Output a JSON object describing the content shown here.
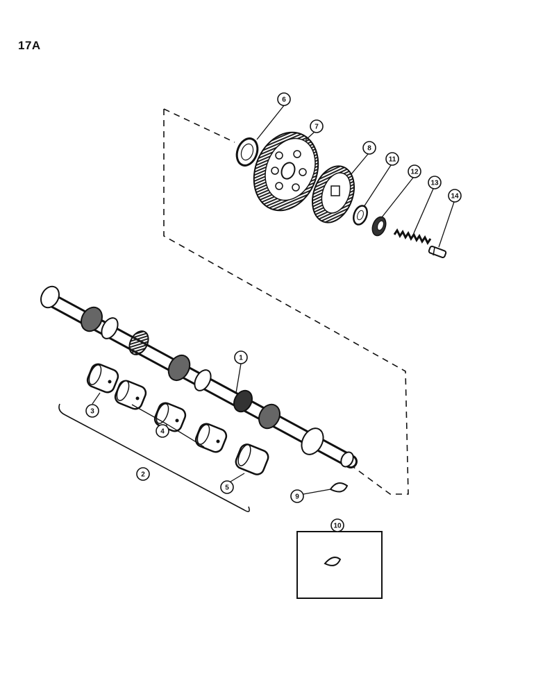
{
  "page": {
    "title": "17A"
  },
  "callouts": [
    {
      "label": "1",
      "part": "camshaft"
    },
    {
      "label": "2",
      "part": "bearing-set"
    },
    {
      "label": "3",
      "part": "bearing"
    },
    {
      "label": "4",
      "part": "bearing"
    },
    {
      "label": "5",
      "part": "bearing"
    },
    {
      "label": "6",
      "part": "thrust-washer"
    },
    {
      "label": "7",
      "part": "camshaft-gear"
    },
    {
      "label": "8",
      "part": "gear"
    },
    {
      "label": "9",
      "part": "key"
    },
    {
      "label": "10",
      "part": "key-kit"
    },
    {
      "label": "11",
      "part": "washer"
    },
    {
      "label": "12",
      "part": "nut"
    },
    {
      "label": "13",
      "part": "spring"
    },
    {
      "label": "14",
      "part": "plunger"
    }
  ],
  "colors": {
    "ink": "#111111",
    "paper": "#ffffff"
  }
}
